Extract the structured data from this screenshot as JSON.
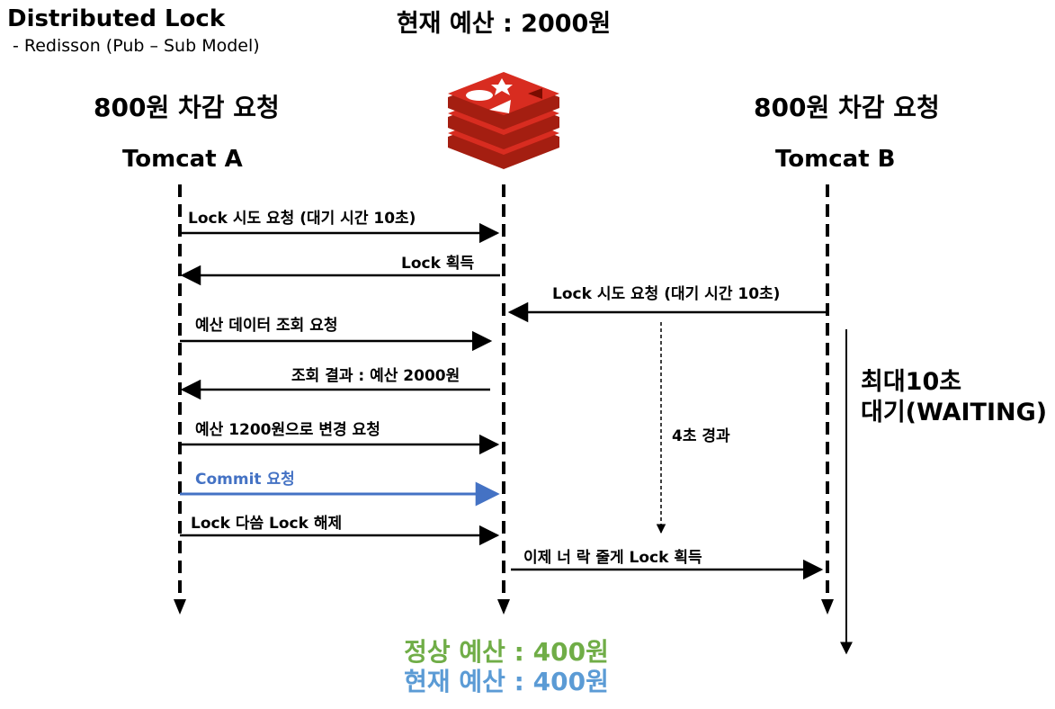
{
  "header": {
    "title": "Distributed Lock",
    "subtitle": "- Redisson (Pub – Sub Model)",
    "current_budget": "현재 예산 : 2000원"
  },
  "participants": {
    "left_request": "800원 차감 요청",
    "right_request": "800원 차감 요청",
    "left_name": "Tomcat A",
    "right_name": "Tomcat B",
    "center_icon": "redis-logo-icon"
  },
  "messages": {
    "m1": "Lock 시도 요청 (대기 시간 10초)",
    "m2": "Lock 획득",
    "m3": "Lock 시도 요청 (대기 시간 10초)",
    "m4": "예산 데이터 조회 요청",
    "m5": "조회 결과 : 예산 2000원",
    "m6": "예산 1200원으로 변경 요청",
    "m7": "Commit 요청",
    "m8": "Lock 다씀 Lock 해제",
    "m9": "이제 너 락 줄게 Lock 획득",
    "elapsed": "4초 경과"
  },
  "waiting": {
    "line1": "최대10초",
    "line2": "대기(WAITING)"
  },
  "footer": {
    "expected": "정상 예산 : 400원",
    "actual": "현재 예산 : 400원"
  },
  "colors": {
    "commit_blue": "#4472C4",
    "expected_green": "#70AD47",
    "actual_blue": "#5B9BD5",
    "redis_red": "#D82C20",
    "redis_dark": "#A41E11"
  }
}
